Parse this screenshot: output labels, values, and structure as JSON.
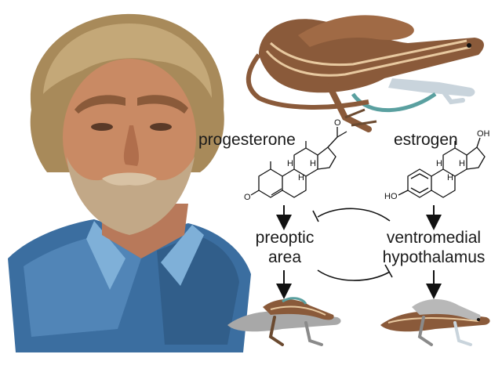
{
  "labels": {
    "hormone_left": "progesterone",
    "hormone_right": "estrogen",
    "region_left_line1": "preoptic",
    "region_left_line2": "area",
    "region_right_line1": "ventromedial",
    "region_right_line2": "hypothalamus"
  },
  "chem": {
    "progesterone_ketone_O": "O",
    "progesterone_acetyl_O": "O",
    "estrogen_HO": "HO",
    "estrogen_OH": "OH",
    "stereo_H": "H"
  },
  "colors": {
    "lizard_brown": "#8a5a3a",
    "lizard_stripe": "#e8c9a0",
    "lizard_belly": "#c9d4dc",
    "lizard_gray": "#a8a8a8",
    "shirt_blue": "#3b6ea0",
    "skin": "#c98a64",
    "hair": "#a88a5a"
  }
}
